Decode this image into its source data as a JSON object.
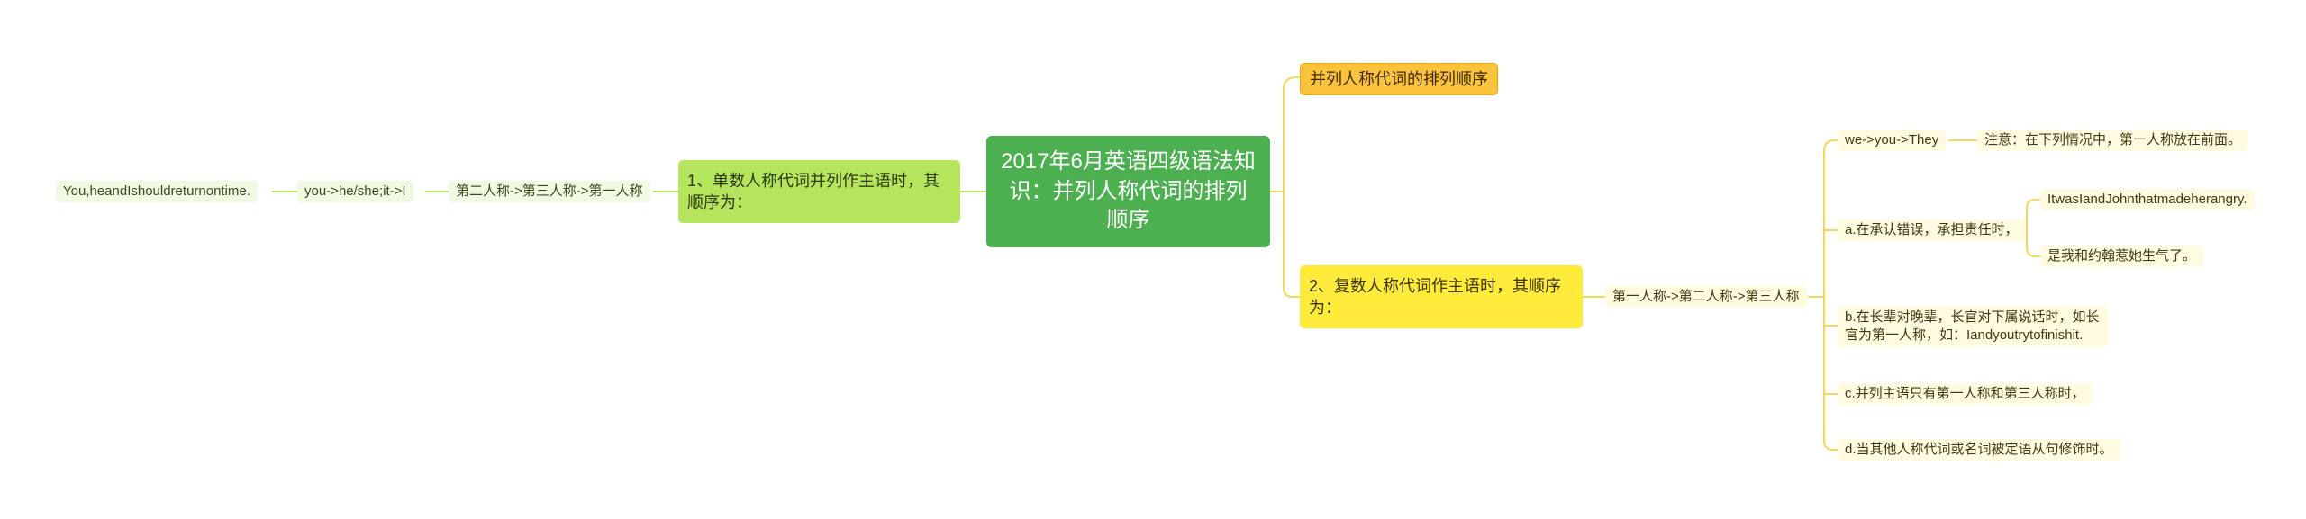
{
  "root": {
    "title": "2017年6月英语四级语法知识：并列人称代词的排列顺序"
  },
  "left": {
    "branch": "1、单数人称代词并列作主语时，其顺序为：",
    "order": "第二人称->第三人称->第一人称",
    "pronouns": "you->he/she;it->I",
    "example": "You,heandIshouldreturnontime."
  },
  "right": {
    "title_node": "并列人称代词的排列顺序",
    "branch": "2、复数人称代词作主语时，其顺序为：",
    "order": "第一人称->第二人称->第三人称",
    "we_they": "we->you->They",
    "note": "注意：在下列情况中，第一人称放在前面。",
    "case_a": "a.在承认错误，承担责任时，",
    "case_a_en": "ItwasIandJohnthatmadeherangry.",
    "case_a_zh": "是我和约翰惹她生气了。",
    "case_b": "b.在长辈对晚辈，长官对下属说话时，如长官为第一人称，如：Iandyoutrytofinishit.",
    "case_c": "c.并列主语只有第一人称和第三人称时，",
    "case_d": "d.当其他人称代词或名词被定语从句修饰时。"
  },
  "colors": {
    "root": "#4caf50",
    "left_branch": "#b5e55d",
    "orange": "#fbc23b",
    "yellow": "#ffeb3b",
    "leaf_green": "#f0f9e1",
    "leaf_yellow": "#fffbe0",
    "line_green": "#b5e55d",
    "line_yellow": "#f8d65a"
  }
}
